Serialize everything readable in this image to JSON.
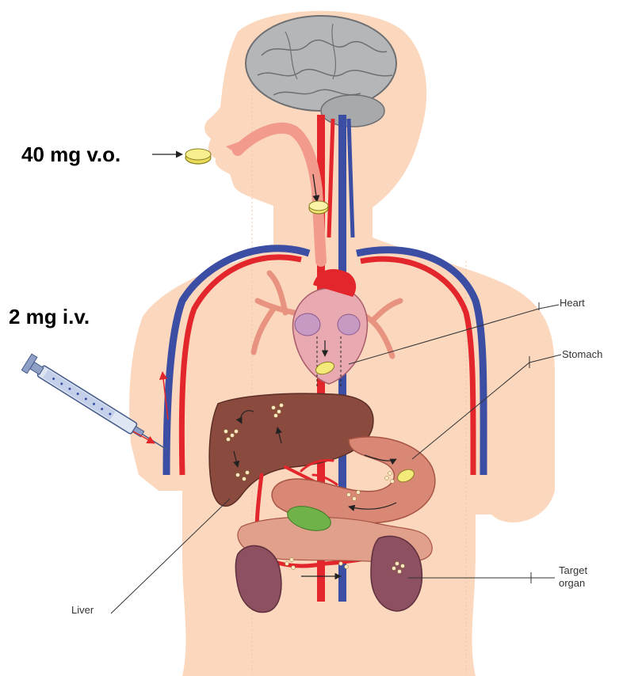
{
  "doses": {
    "oral": "40 mg v.o.",
    "intravenous": "2 mg i.v."
  },
  "organs": {
    "heart": "Heart",
    "stomach": "Stomach",
    "liver": "Liver",
    "target": "Target organ"
  },
  "colors": {
    "skin": "#fbd7be",
    "artery": "#e2262b",
    "vein": "#3b4ea3",
    "liver": "#8a4a3e",
    "stomach": "#d98876",
    "kidney": "#8d5060",
    "brain": "#b5b6b8",
    "tablet": "#f4ea7a",
    "gallbladder": "#6fb24a"
  },
  "icons": [
    "brain-icon",
    "tablet-icon",
    "syringe-icon",
    "heart-icon",
    "liver-icon",
    "stomach-icon",
    "kidney-icon"
  ]
}
